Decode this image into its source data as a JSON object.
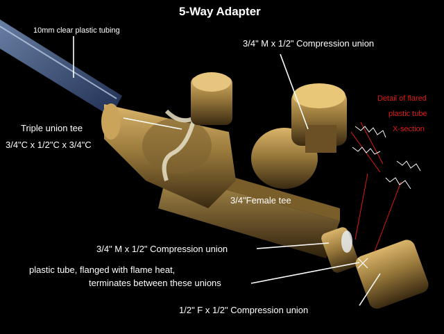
{
  "title": "5-Way Adapter",
  "labels": {
    "tubing": "10mm clear plastic tubing",
    "comp_union_top": "3/4\" M x 1/2\" Compression union",
    "triple_tee_line1": "Triple union tee",
    "triple_tee_line2": "3/4\"C x 1/2\"C x 3/4\"C",
    "female_tee": "3/4\"Female tee",
    "comp_union_mid": "3/4\" M x 1/2\" Compression union",
    "plastic_line1": "plastic tube, flanged with flame heat,",
    "plastic_line2": "terminates between these unions",
    "comp_union_bottom": "1/2\" F x 1/2\" Compression union"
  },
  "detail": {
    "line1": "Detail of flared",
    "line2": "plastic tube",
    "line3": "X-section"
  },
  "colors": {
    "background": "#000000",
    "text": "#ffffff",
    "detail_text": "#e01818",
    "brass": "#9a7a3c",
    "tubing": "#5a78b0"
  }
}
